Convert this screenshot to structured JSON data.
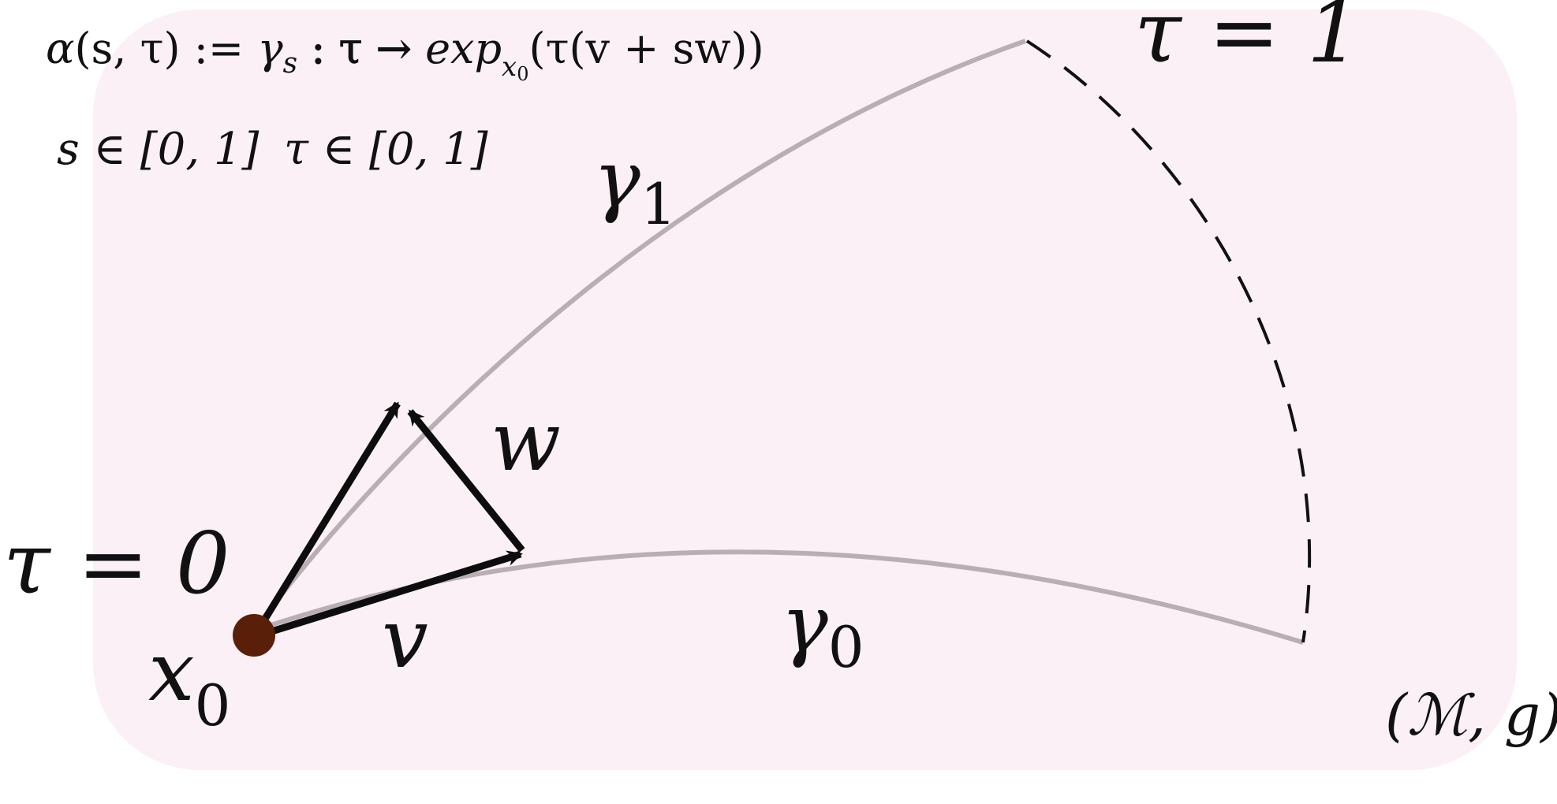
{
  "formula": {
    "alpha_line": {
      "alpha": "α",
      "args": "(s, τ)",
      "assign": " := ",
      "gamma": "γ",
      "gamma_sub": "s",
      "map": " : τ → ",
      "exp": "exp",
      "exp_sub": "x",
      "exp_sub_sub": "0",
      "tail": "(τ(v + sw))"
    },
    "ranges_line": {
      "s_range": "s ∈ [0, 1]",
      "tau_range": "τ ∈ [0, 1]"
    }
  },
  "labels": {
    "tau_zero": "τ = 0",
    "tau_one": "τ = 1",
    "gamma1": "γ",
    "gamma1_sub": "1",
    "gamma0": "γ",
    "gamma0_sub": "0",
    "x0": "x",
    "x0_sub": "0",
    "v": "v",
    "w": "w",
    "manifold": "(ℳ, g)"
  },
  "colors": {
    "background_panel": "#fbf0f5",
    "geodesic_curve": "#b9aeb4",
    "arrows": "#0d0d0d",
    "base_point": "#5a1f08",
    "manifold_label": "#8a2162",
    "dashed_arc": "#111111"
  }
}
